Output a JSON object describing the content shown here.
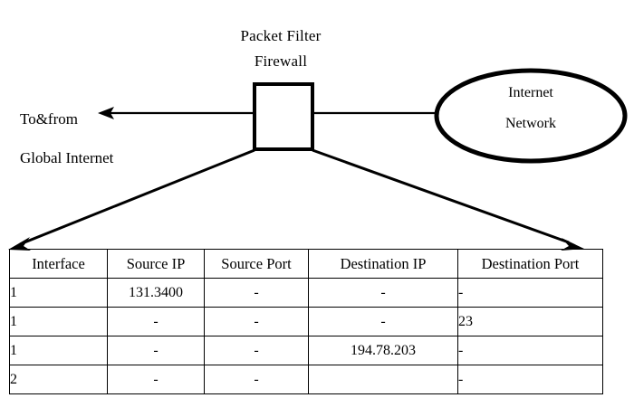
{
  "diagram": {
    "title": {
      "line1": "Packet Filter",
      "line2": "Firewall"
    },
    "left_label": {
      "line1": "To&from",
      "line2": "Global Internet"
    },
    "cloud": {
      "line1": "Internet",
      "line2": "Network"
    },
    "shapes": {
      "firewall_box": "firewall-box",
      "network_ellipse": "internet-network-ellipse",
      "outbound_arrow": "to-global-internet-arrow",
      "cloud_connector": "firewall-to-network-line",
      "left_callout_arrow": "table-left-callout-arrow",
      "right_callout_arrow": "table-right-callout-arrow"
    },
    "colors": {
      "stroke": "#000000",
      "background": "#ffffff",
      "text": "#000000"
    }
  },
  "rules_table": {
    "columns": [
      "Interface",
      "Source IP",
      "Source Port",
      "Destination IP",
      "Destination Port"
    ],
    "rows": [
      {
        "interface": "1",
        "source_ip": "131.3400",
        "source_port": "-",
        "destination_ip": "-",
        "destination_port": "-"
      },
      {
        "interface": "1",
        "source_ip": "-",
        "source_port": "-",
        "destination_ip": "-",
        "destination_port": "23"
      },
      {
        "interface": "1",
        "source_ip": "-",
        "source_port": "-",
        "destination_ip": "194.78.203",
        "destination_port": "-"
      },
      {
        "interface": "2",
        "source_ip": "-",
        "source_port": "-",
        "destination_ip": "",
        "destination_port": "-"
      }
    ]
  }
}
